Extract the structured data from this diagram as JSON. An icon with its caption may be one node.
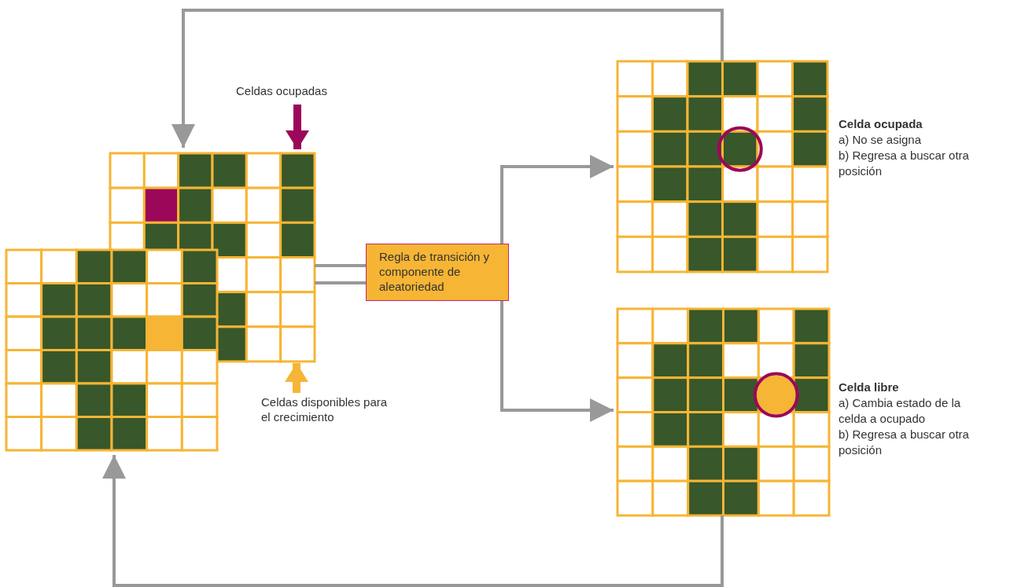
{
  "diagram": {
    "nodes": [
      {
        "text": [],
        "shape": "grid"
      },
      {
        "text": [],
        "shape": "grid"
      },
      {
        "text": [
          "Regla de transición y componente de aleatoriedad"
        ]
      },
      {
        "text": [],
        "shape": "grid",
        "beside": [
          "Celda ocupada",
          "a) No se asigna",
          "b) Regresa a buscar otra posición"
        ]
      },
      {
        "text": [],
        "shape": "grid",
        "beside": [
          "Celda libre",
          "a) Cambia estado de la celda a ocupado",
          "b) Regresa a buscar otra posición"
        ]
      },
      {
        "text": [
          "Celdas ocupadas"
        ]
      },
      {
        "text": [
          "Celdas disponibles para el crecimiento"
        ]
      }
    ],
    "edges": [
      {
        "from": 0,
        "to": 2,
        "arrow": "none"
      },
      {
        "from": 0,
        "to": 2,
        "arrow": "none"
      },
      {
        "from": 2,
        "to": 3,
        "arrow": "to"
      },
      {
        "from": 2,
        "to": 4,
        "arrow": "to"
      },
      {
        "from": 3,
        "to": 0,
        "arrow": "to"
      },
      {
        "from": 4,
        "to": 1,
        "arrow": "to"
      },
      {
        "from": 5,
        "to": 0,
        "arrow": "to",
        "style": "thick",
        "color": "#9b0759"
      },
      {
        "from": 6,
        "to": 0,
        "arrow": "to",
        "style": "thick",
        "color": "#f6b535"
      }
    ]
  }
}
